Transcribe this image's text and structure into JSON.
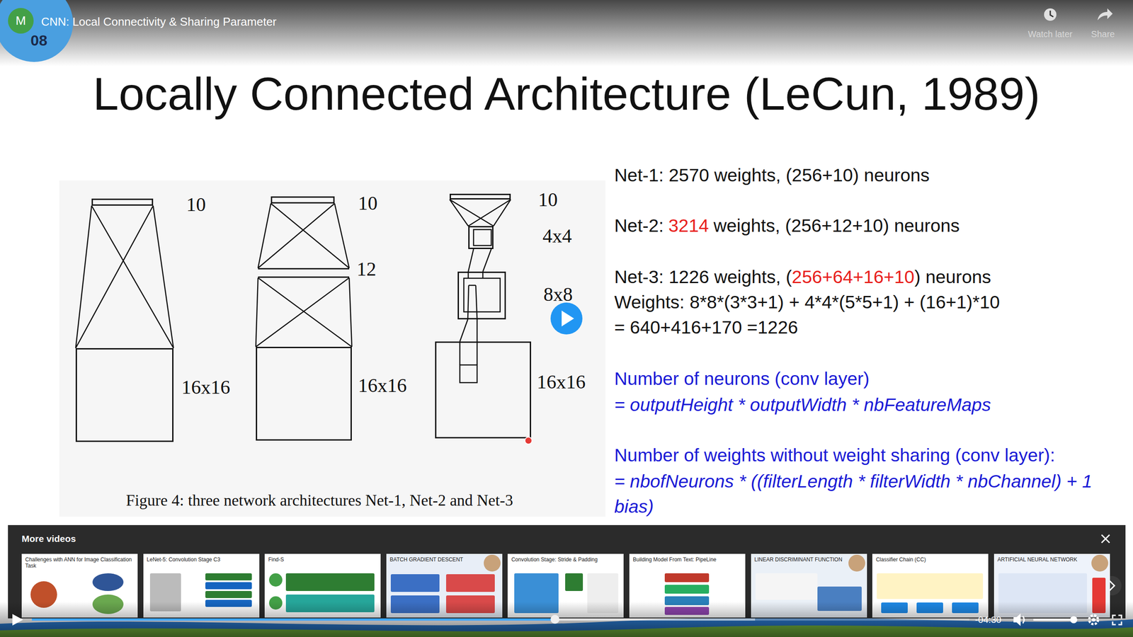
{
  "diagram": {
    "title": "Locally Connected Architecture (LeCun, 1989)",
    "caption": "Figure 4: three network architectures Net-1, Net-2 and Net-3",
    "nodes": [
      {
        "text": [
          "10"
        ]
      },
      {
        "text": [
          "16x16"
        ]
      },
      {
        "text": [
          "10"
        ]
      },
      {
        "text": [
          "12"
        ]
      },
      {
        "text": [
          "16x16"
        ]
      },
      {
        "text": [
          "10"
        ]
      },
      {
        "text": [
          "4x4"
        ]
      },
      {
        "text": [
          "8x8"
        ]
      },
      {
        "text": [
          "16x16"
        ]
      }
    ],
    "edges": [
      {
        "from": 1,
        "to": 0,
        "arrow": "none"
      },
      {
        "from": 4,
        "to": 3,
        "arrow": "none"
      },
      {
        "from": 3,
        "to": 2,
        "arrow": "none"
      },
      {
        "from": 8,
        "to": 7,
        "arrow": "none"
      },
      {
        "from": 7,
        "to": 6,
        "arrow": "none"
      },
      {
        "from": 6,
        "to": 5,
        "arrow": "none"
      }
    ],
    "labels": [
      "M",
      "08",
      "CNN: Local Connectivity & Sharing Parameter",
      "Watch later",
      "Share",
      "Net-1: 2570 weights, (256+10) neurons",
      "Net-2:",
      "3214",
      "weights, (256+12+10) neurons",
      "Net-3: 1226 weights, (",
      "256+64+16+10",
      ") neurons",
      "Weights: 8*8*(3*3+1) + 4*4*(5*5+1) + (16+1)*10",
      "= 640+416+170 =1226",
      "Number of neurons (conv layer)",
      "= outputHeight * outputWidth * nbFeatureMaps",
      "Number of weights without weight sharing (conv layer):",
      "= nbofNeurons * ((filterLength * filterWidth * nbChannel) + 1 bias)",
      "More videos",
      "Challenges with ANN for Image Classification Task",
      "LeNet-5: Convolution Stage C3",
      "Find-S",
      "BATCH GRADIENT DESCENT",
      "Convolution Stage: Stride & Padding",
      "Building Model From Text: PipeLine",
      "LINEAR DISCRIMINANT FUNCTION",
      "Classifier Chain (CC)",
      "ARTIFICIAL NEURAL NETWORK",
      "-04:30"
    ]
  }
}
